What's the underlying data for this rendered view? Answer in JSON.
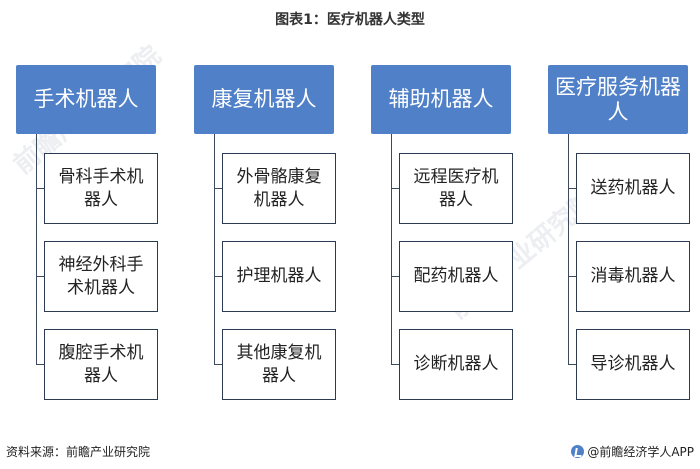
{
  "title": "图表1：医疗机器人类型",
  "categories": [
    {
      "name": "手术机器人",
      "children": [
        "骨科手术机器人",
        "神经外科手术机器人",
        "腹腔手术机器人"
      ]
    },
    {
      "name": "康复机器人",
      "children": [
        "外骨骼康复机器人",
        "护理机器人",
        "其他康复机器人"
      ]
    },
    {
      "name": "辅助机器人",
      "children": [
        "远程医疗机器人",
        "配药机器人",
        "诊断机器人"
      ]
    },
    {
      "name": "医疗服务机器人",
      "children": [
        "送药机器人",
        "消毒机器人",
        "导诊机器人"
      ]
    }
  ],
  "footer": {
    "source": "资料来源：前瞻产业研究院",
    "brand": "@前瞻经济学人APP"
  },
  "colors": {
    "category_fill": "#4f80c8",
    "connector": "#3c4a5c",
    "box_border": "#2c3b4f"
  }
}
